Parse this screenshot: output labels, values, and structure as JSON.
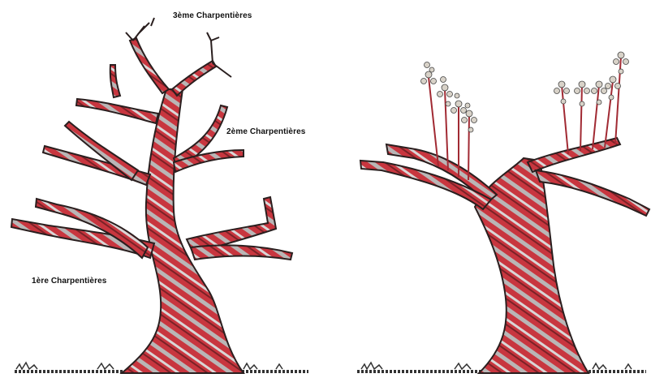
{
  "labels": {
    "third": "3ème Charpentières",
    "second": "2ème Charpentières",
    "first": "1ère Charpentières"
  },
  "colors": {
    "bark_red": "#c8363f",
    "bark_grey": "#b9b6b6",
    "outline": "#2a1f1f",
    "grass": "#333333",
    "blossom": "#d8d2c8"
  },
  "figures": [
    {
      "name": "tree-left",
      "description_visible": ""
    },
    {
      "name": "tree-right",
      "description_visible": ""
    }
  ]
}
